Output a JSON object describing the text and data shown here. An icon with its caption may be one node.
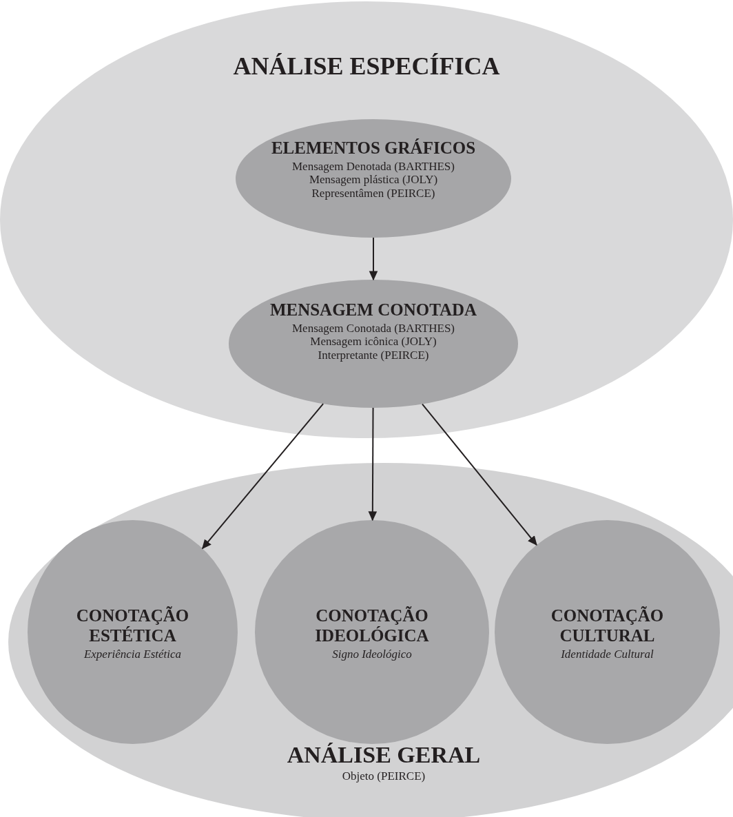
{
  "diagram": {
    "nodes": [
      {
        "text": [
          "ANÁLISE ESPECÍFICA"
        ]
      },
      {
        "text": [
          "ELEMENTOS GRÁFICOS",
          "Mensagem Denotada (BARTHES)",
          "Mensagem plástica (JOLY)",
          "Representâmen (PEIRCE)"
        ],
        "in": 0
      },
      {
        "text": [
          "MENSAGEM CONOTADA",
          "Mensagem Conotada (BARTHES)",
          "Mensagem icônica (JOLY)",
          "Interpretante (PEIRCE)"
        ],
        "in": 0
      },
      {
        "text": [
          "ANÁLISE GERAL",
          "Objeto (PEIRCE)"
        ]
      },
      {
        "text": [
          "CONOTAÇÃO ESTÉTICA",
          "Experiência Estética"
        ],
        "in": 3
      },
      {
        "text": [
          "CONOTAÇÃO IDEOLÓGICA",
          "Signo Ideológico"
        ],
        "in": 3
      },
      {
        "text": [
          "CONOTAÇÃO CULTURAL",
          "Identidade Cultural"
        ],
        "in": 3
      }
    ],
    "edges": [
      {
        "from": 1,
        "to": 2,
        "arrow": "to"
      },
      {
        "from": 2,
        "to": 4,
        "arrow": "to"
      },
      {
        "from": 2,
        "to": 5,
        "arrow": "to"
      },
      {
        "from": 2,
        "to": 6,
        "arrow": "to"
      }
    ]
  }
}
